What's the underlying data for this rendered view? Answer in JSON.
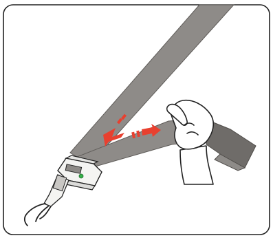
{
  "figure": {
    "kind": "instruction-illustration",
    "strap_color": "#8e8b88",
    "strap_edge_color": "#5e5b58",
    "strap_end_color": "#6f6c69",
    "frame_color": "#222222",
    "arrow_color": "#e8402f",
    "buckle_color": "#f4f4f2",
    "indicator_color": "#36b04a",
    "hand_fill": "#ffffff",
    "hand_stroke": "#222222",
    "icons": {
      "tighten_arrow": "arrow-right",
      "slack_arrow": "arrow-down-left"
    }
  }
}
